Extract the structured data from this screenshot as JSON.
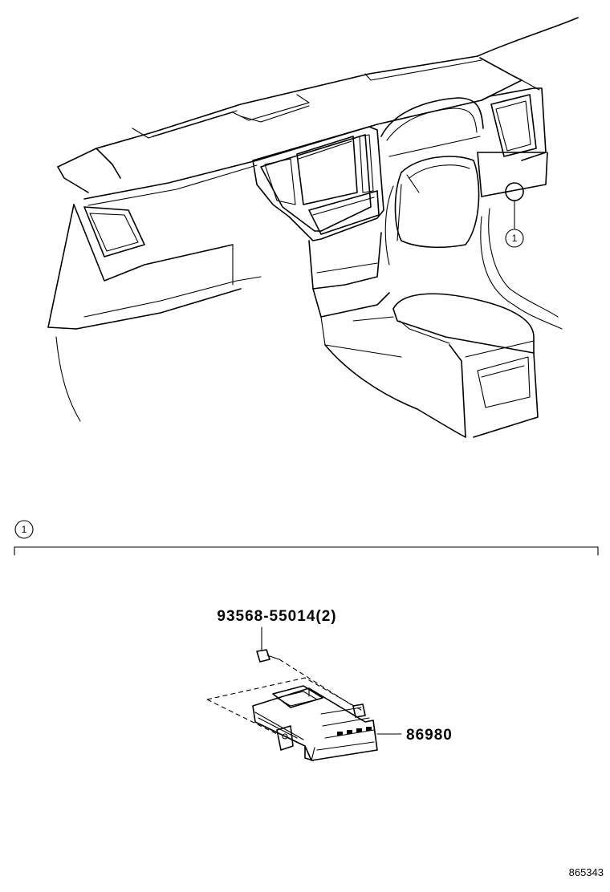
{
  "callout": {
    "number": "1"
  },
  "section": {
    "number": "1"
  },
  "parts": {
    "screw": "93568-55014(2)",
    "module": "86980"
  },
  "figure_code": "865343"
}
